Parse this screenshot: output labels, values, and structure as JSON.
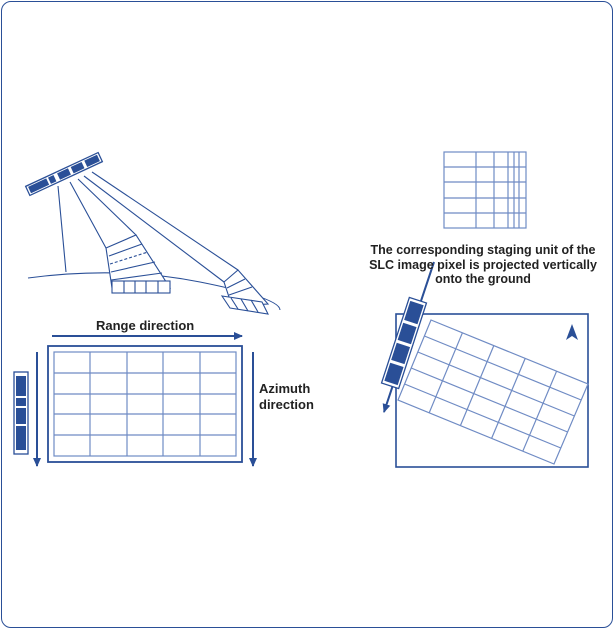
{
  "labels": {
    "range_direction": "Range direction",
    "azimuth_line1": "Azimuth",
    "azimuth_line2": "direction",
    "caption_line1": "The corresponding staging unit of the",
    "caption_line2": "SLC image pixel is projected vertically",
    "caption_line3": "onto the ground"
  },
  "colors": {
    "primary": "#2a4f97",
    "grid_light": "#6f8bc4",
    "text": "#222222"
  }
}
